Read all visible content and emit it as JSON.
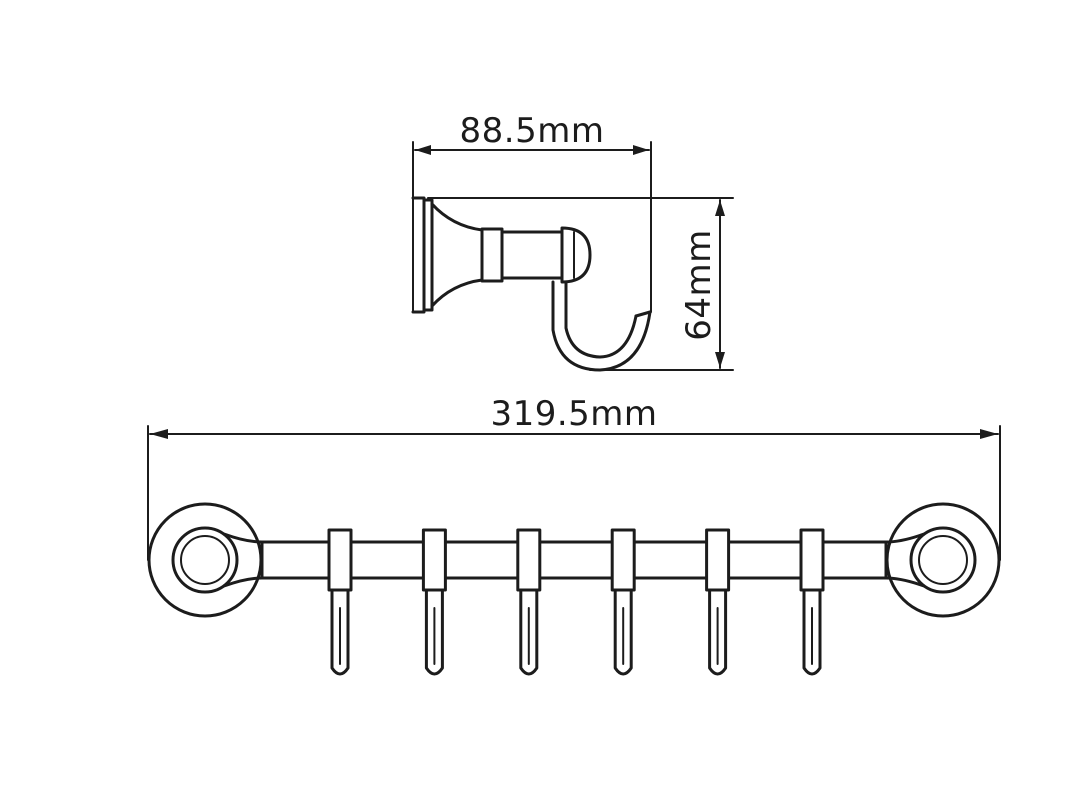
{
  "dimensions": {
    "hook_depth": "88.5mm",
    "hook_height": "64mm",
    "overall_length": "319.5mm"
  },
  "hook_count": 6
}
